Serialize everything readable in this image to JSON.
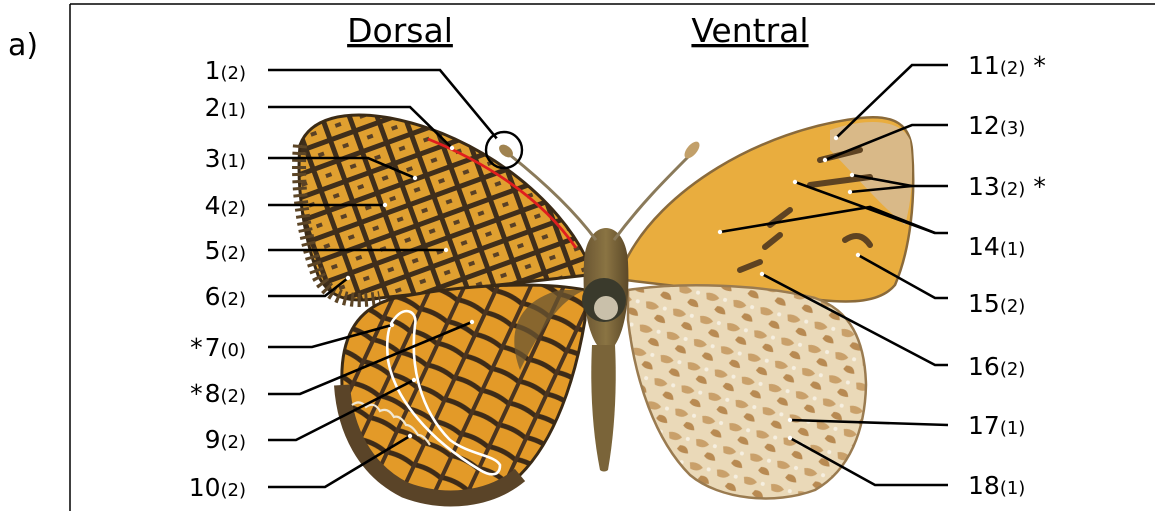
{
  "panel": "a)",
  "headings": {
    "left": "Dorsal",
    "right": "Ventral"
  },
  "labels_left": [
    {
      "num": "1",
      "count": "(2)",
      "star": ""
    },
    {
      "num": "2",
      "count": "(1)",
      "star": ""
    },
    {
      "num": "3",
      "count": "(1)",
      "star": ""
    },
    {
      "num": "4",
      "count": "(2)",
      "star": ""
    },
    {
      "num": "5",
      "count": "(2)",
      "star": ""
    },
    {
      "num": "6",
      "count": "(2)",
      "star": ""
    },
    {
      "num": "7",
      "count": "(0)",
      "star": "*"
    },
    {
      "num": "8",
      "count": "(2)",
      "star": "*"
    },
    {
      "num": "9",
      "count": "(2)",
      "star": ""
    },
    {
      "num": "10",
      "count": "(2)",
      "star": ""
    }
  ],
  "labels_right": [
    {
      "num": "11",
      "count": "(2)",
      "star": "*"
    },
    {
      "num": "12",
      "count": "(3)",
      "star": ""
    },
    {
      "num": "13",
      "count": "(2)",
      "star": "*"
    },
    {
      "num": "14",
      "count": "(1)",
      "star": ""
    },
    {
      "num": "15",
      "count": "(2)",
      "star": ""
    },
    {
      "num": "16",
      "count": "(2)",
      "star": ""
    },
    {
      "num": "17",
      "count": "(1)",
      "star": ""
    },
    {
      "num": "18",
      "count": "(1)",
      "star": ""
    }
  ],
  "colors": {
    "orange": "#e3a02c",
    "dark_brown": "#4a3620",
    "ventral_orange": "#e9ad3e",
    "ventral_hind_cream": "#ead9b8",
    "highlight_red": "#e01e1e",
    "outline_white": "#ffffff"
  }
}
